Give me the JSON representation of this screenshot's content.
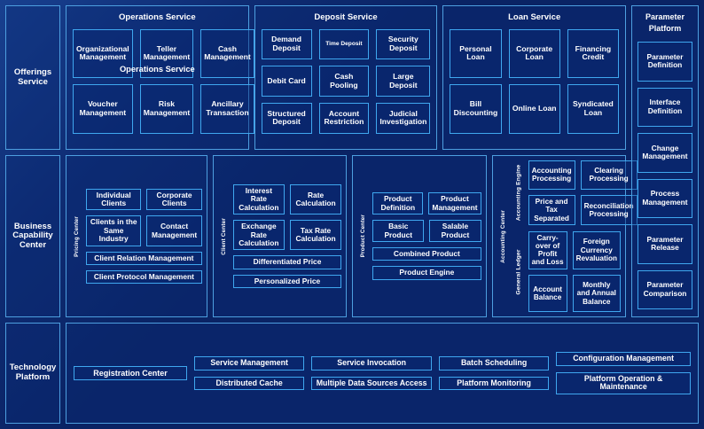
{
  "meta": {
    "colors": {
      "background": "#0a2364",
      "box_border": "#3fa7ef",
      "panel_border": "#4d9fe0",
      "text": "#ffffff"
    }
  },
  "rows": {
    "offerings": {
      "rail_label": "Offerings Service",
      "groups": [
        {
          "title": "Operations Service",
          "ghost_title": "Operations Service",
          "items": [
            {
              "label": "Organizational Management",
              "size": "normal"
            },
            {
              "label": "Teller Management",
              "size": "normal"
            },
            {
              "label": "Cash Management",
              "size": "normal"
            },
            {
              "label": "Voucher Management",
              "size": "normal"
            },
            {
              "label": "Risk Management",
              "size": "normal"
            },
            {
              "label": "Ancillary Transaction",
              "size": "normal"
            }
          ]
        },
        {
          "title": "Deposit Service",
          "ghost_title": "",
          "items": [
            {
              "label": "Demand Deposit",
              "size": "normal"
            },
            {
              "label": "Time Deposit",
              "size": "tiny"
            },
            {
              "label": "Security Deposit",
              "size": "normal"
            },
            {
              "label": "Debit Card",
              "size": "normal"
            },
            {
              "label": "Cash Pooling",
              "size": "normal"
            },
            {
              "label": "Large Deposit",
              "size": "normal"
            },
            {
              "label": "Structured Deposit",
              "size": "normal"
            },
            {
              "label": "Account Restriction",
              "size": "normal"
            },
            {
              "label": "Judicial Investigation",
              "size": "normal"
            }
          ]
        },
        {
          "title": "Loan Service",
          "ghost_title": "",
          "items": [
            {
              "label": "Personal Loan",
              "size": "normal"
            },
            {
              "label": "Corporate Loan",
              "size": "normal"
            },
            {
              "label": "Financing Credit",
              "size": "normal"
            },
            {
              "label": "Bill Discounting",
              "size": "normal"
            },
            {
              "label": "Online Loan",
              "size": "normal"
            },
            {
              "label": "Syndicated Loan",
              "size": "normal"
            }
          ]
        }
      ]
    },
    "business_capability": {
      "rail_label": "Business Capability Center",
      "groups": [
        {
          "vertical_label": "Pricing Center",
          "pair_rows": [
            [
              "Individual Clients",
              "Corporate Clients"
            ],
            [
              "Clients in the Same Industry",
              "Contact Management"
            ]
          ],
          "full_rows": [
            "Client Relation Management",
            "Client Protocol Management"
          ]
        },
        {
          "vertical_label": "Client Center",
          "pair_rows": [
            [
              "Interest Rate Calculation",
              "Rate Calculation"
            ],
            [
              "Exchange Rate Calculation",
              "Tax Rate Calculation"
            ]
          ],
          "full_rows": [
            "Differentiated Price",
            "Personalized Price"
          ]
        },
        {
          "vertical_label": "Product Center",
          "pair_rows": [
            [
              "Product Definition",
              "Product Management"
            ],
            [
              "Basic Product",
              "Salable Product"
            ]
          ],
          "full_rows": [
            "Combined Product",
            "Product Engine"
          ]
        }
      ],
      "accounting": {
        "vertical_label": "Accounting Center",
        "subgroups": [
          {
            "vertical_label": "Accounting Engine",
            "items": [
              "Accounting Processing",
              "Clearing Processing",
              "Price and Tax Separated",
              "Reconciliation Processing"
            ]
          },
          {
            "vertical_label": "General Ledger",
            "items": [
              "Carry-over of Profit and Loss",
              "Foreign Currency Revaluation",
              "Account Balance",
              "Monthly and Annual Balance"
            ]
          }
        ]
      }
    },
    "technology": {
      "rail_label": "Technology Platform",
      "registration": "Registration Center",
      "columns": [
        [
          "Service Management",
          "Distributed Cache"
        ],
        [
          "Service Invocation",
          "Multiple Data Sources Access"
        ],
        [
          "Batch Scheduling",
          "Platform Monitoring"
        ],
        [
          "Configuration Management",
          "Platform Operation & Maintenance"
        ]
      ]
    }
  },
  "parameter_platform": {
    "title": "Parameter Platform",
    "items": [
      "Parameter Definition",
      "Interface Definition",
      "Change Management",
      "Process Management",
      "Parameter Release",
      "Parameter Comparison"
    ]
  }
}
